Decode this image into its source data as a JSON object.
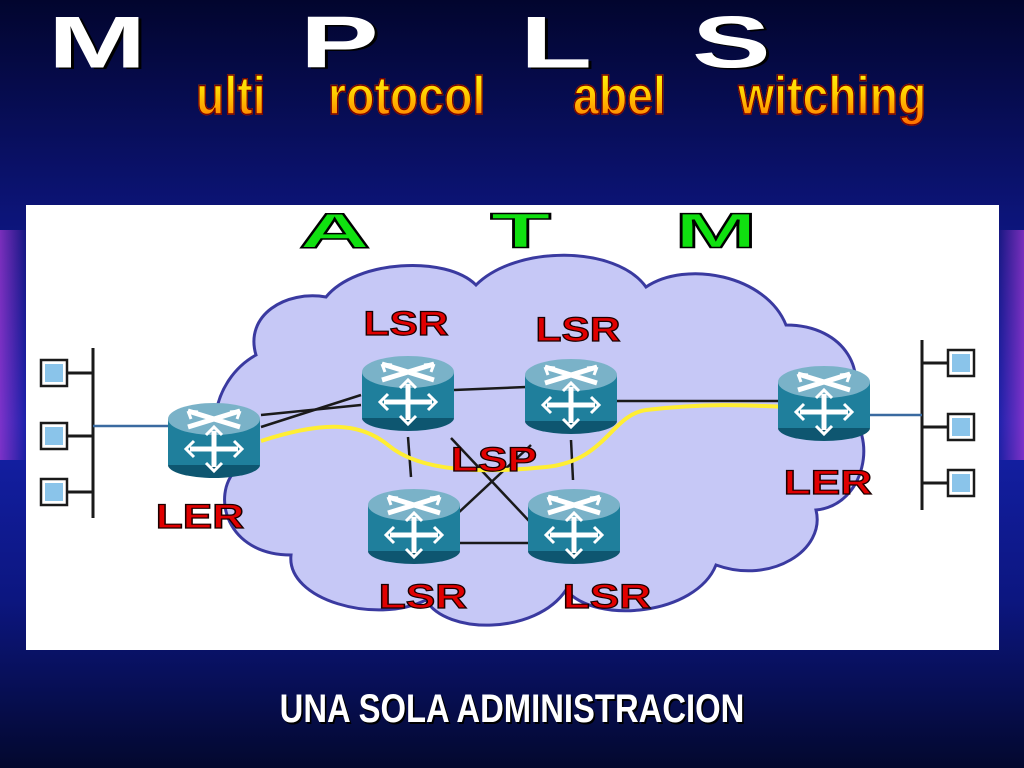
{
  "title": {
    "letters": [
      "M",
      "P",
      "L",
      "S"
    ],
    "words": [
      "ulti",
      "rotocol",
      "abel",
      "witching"
    ]
  },
  "diagram": {
    "network_label": "A T M",
    "routers": [
      {
        "id": "ler-left",
        "role": "LER"
      },
      {
        "id": "lsr-top-left",
        "role": "LSR"
      },
      {
        "id": "lsr-top-right",
        "role": "LSR"
      },
      {
        "id": "lsr-bottom-left",
        "role": "LSR"
      },
      {
        "id": "lsr-bottom-right",
        "role": "LSR"
      },
      {
        "id": "ler-right",
        "role": "LER"
      }
    ],
    "path_label": "LSP",
    "colors": {
      "cloud": "#c6c8f6",
      "cloud_outline": "#3a3aa0",
      "router_body": "#1f7f9c",
      "router_top": "#7ab2c8",
      "lsp_path": "#ffee33",
      "label_red": "#e00000",
      "atm_green": "#10e010"
    }
  },
  "footer": "UNA SOLA ADMINISTRACION"
}
